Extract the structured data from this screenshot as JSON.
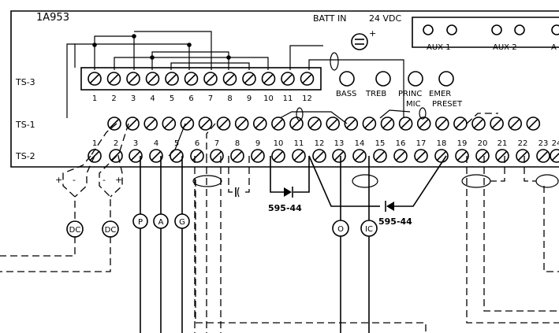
{
  "panel": {
    "model": "1A953",
    "batt_label": "BATT IN",
    "voltage": "24 VDC"
  },
  "aux_labels": [
    "AUX 1",
    "AUX 2",
    "A"
  ],
  "strip_labels": {
    "ts3": "TS-3",
    "ts1": "TS-1",
    "ts2": "TS-2"
  },
  "ts3_numbers": [
    "1",
    "2",
    "3",
    "4",
    "5",
    "6",
    "7",
    "8",
    "9",
    "10",
    "11",
    "12"
  ],
  "ts2_numbers": [
    "1",
    "2",
    "3",
    "4",
    "5",
    "6",
    "7",
    "8",
    "9",
    "10",
    "11",
    "12",
    "13",
    "14",
    "15",
    "16",
    "17",
    "18",
    "19",
    "20",
    "21",
    "22",
    "23",
    "24"
  ],
  "controls": [
    "BASS",
    "TREB",
    "PRINC",
    "EMER"
  ],
  "controls_sub": [
    "MIC",
    "PRESET"
  ],
  "diode_part": "595-44",
  "circle_tags": [
    "DC",
    "DC",
    "P",
    "A",
    "G",
    "O",
    "IC"
  ],
  "polarity": [
    "+",
    "-",
    "-",
    "+"
  ]
}
